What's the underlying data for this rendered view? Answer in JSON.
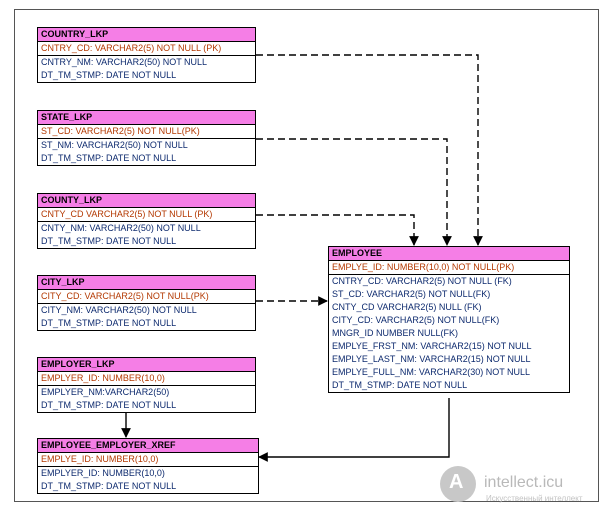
{
  "entities": {
    "country_lkp": {
      "title": "COUNTRY_LKP",
      "pk": "CNTRY_CD: VARCHAR2(5) NOT NULL (PK)",
      "attrs": [
        "CNTRY_NM: VARCHAR2(50) NOT NULL",
        "DT_TM_STMP: DATE NOT NULL"
      ]
    },
    "state_lkp": {
      "title": "STATE_LKP",
      "pk": "ST_CD: VARCHAR2(5) NOT NULL(PK)",
      "attrs": [
        "ST_NM: VARCHAR2(50) NOT NULL",
        "DT_TM_STMP: DATE NOT NULL"
      ]
    },
    "county_lkp": {
      "title": "COUNTY_LKP",
      "pk": "CNTY_CD VARCHAR2(5) NOT NULL (PK)",
      "attrs": [
        "CNTY_NM: VARCHAR2(50) NOT NULL",
        "DT_TM_STMP: DATE NOT NULL"
      ]
    },
    "city_lkp": {
      "title": "CITY_LKP",
      "pk": "CITY_CD: VARCHAR2(5) NOT NULL(PK)",
      "attrs": [
        "CITY_NM: VARCHAR2(50) NOT NULL",
        "DT_TM_STMP: DATE NOT NULL"
      ]
    },
    "employer_lkp": {
      "title": "EMPLOYER_LKP",
      "pk": "EMPLYER_ID: NUMBER(10,0)",
      "attrs": [
        "EMPLYER_NM:VARCHAR2(50)",
        "DT_TM_STMP: DATE NOT NULL"
      ]
    },
    "employee_employer_xref": {
      "title": "EMPLOYEE_EMPLOYER_XREF",
      "pk": "EMPLYE_ID: NUMBER(10,0)",
      "attrs": [
        "EMPLYER_ID: NUMBER(10,0)",
        "DT_TM_STMP: DATE NOT NULL"
      ]
    },
    "employee": {
      "title": "EMPLOYEE",
      "pk": "EMPLYE_ID: NUMBER(10,0) NOT NULL(PK)",
      "attrs": [
        "CNTRY_CD: VARCHAR2(5) NOT NULL (FK)",
        "ST_CD: VARCHAR2(5) NOT NULL(FK)",
        "CNTY_CD VARCHAR2(5) NULL (FK)",
        "CITY_CD: VARCHAR2(5) NOT NULL(FK)",
        "MNGR_ID NUMBER NULL(FK)",
        "EMPLYE_FRST_NM: VARCHAR2(15) NOT NULL",
        "EMPLYE_LAST_NM: VARCHAR2(15) NOT NULL",
        "EMPLYE_FULL_NM: VARCHAR2(30) NOT NULL",
        "DT_TM_STMP: DATE NOT NULL"
      ]
    }
  },
  "relationships": [
    {
      "from": "country_lkp",
      "to": "employee",
      "style": "dashed"
    },
    {
      "from": "state_lkp",
      "to": "employee",
      "style": "dashed"
    },
    {
      "from": "county_lkp",
      "to": "employee",
      "style": "dashed"
    },
    {
      "from": "city_lkp",
      "to": "employee",
      "style": "dashed"
    },
    {
      "from": "employer_lkp",
      "to": "employee_employer_xref",
      "style": "solid"
    },
    {
      "from": "employee",
      "to": "employee_employer_xref",
      "style": "solid"
    }
  ],
  "watermark": {
    "logo": "A",
    "text": "intellect.icu",
    "subtitle": "Искусственный интеллект"
  },
  "colors": {
    "header": "#f57ee6",
    "pk_text": "#b33800",
    "attr_text": "#0d2a6e"
  }
}
